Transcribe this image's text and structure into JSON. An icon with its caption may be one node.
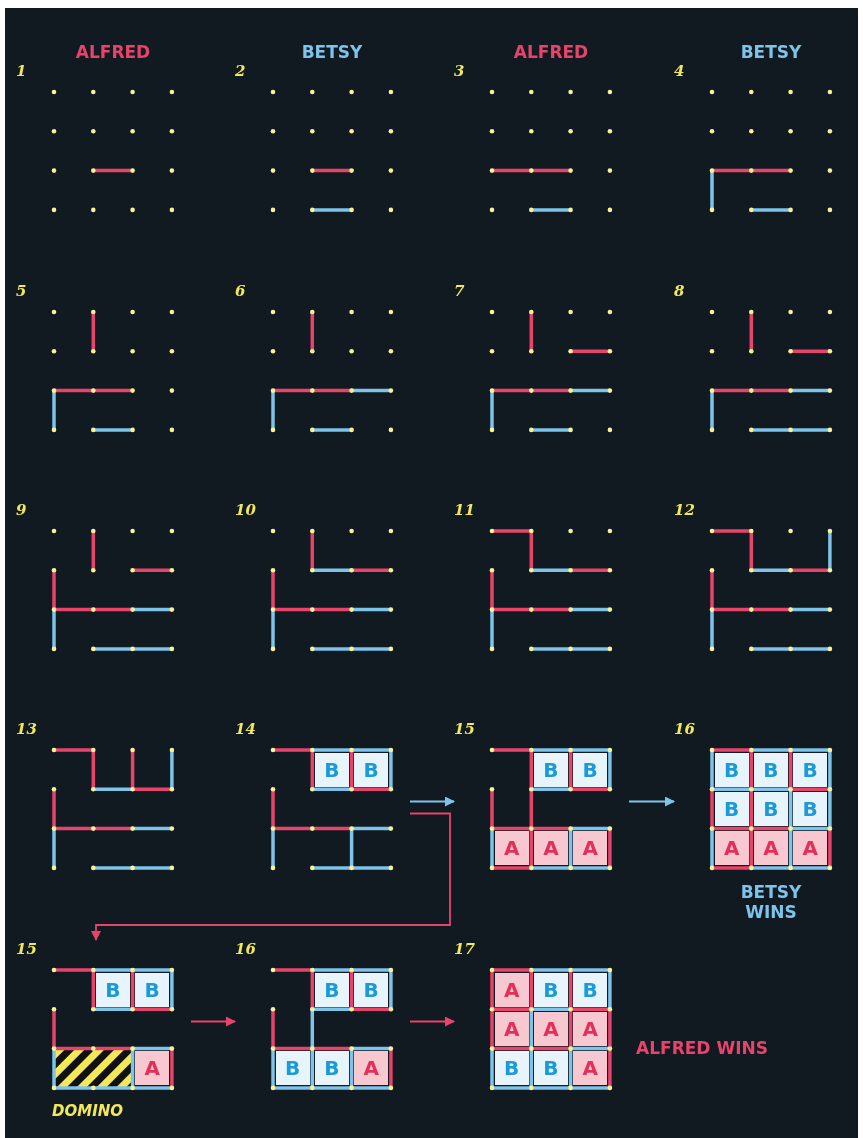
{
  "diagram": {
    "nodes": [
      {
        "text": [
          "1"
        ]
      },
      {
        "text": [
          "2"
        ]
      },
      {
        "text": [
          "3"
        ]
      },
      {
        "text": [
          "4"
        ]
      },
      {
        "text": [
          "5"
        ]
      },
      {
        "text": [
          "6"
        ]
      },
      {
        "text": [
          "7"
        ]
      },
      {
        "text": [
          "8"
        ]
      },
      {
        "text": [
          "9"
        ]
      },
      {
        "text": [
          "10"
        ]
      },
      {
        "text": [
          "11"
        ]
      },
      {
        "text": [
          "12"
        ]
      },
      {
        "text": [
          "13"
        ]
      },
      {
        "text": [
          "14"
        ]
      },
      {
        "text": [
          "B"
        ],
        "in": 13
      },
      {
        "text": [
          "B"
        ],
        "in": 13
      },
      {
        "text": [
          "15"
        ]
      },
      {
        "text": [
          "B"
        ],
        "in": 16
      },
      {
        "text": [
          "B"
        ],
        "in": 16
      },
      {
        "text": [
          "A"
        ],
        "in": 16
      },
      {
        "text": [
          "A"
        ],
        "in": 16
      },
      {
        "text": [
          "A"
        ],
        "in": 16
      },
      {
        "text": [
          "16"
        ],
        "beside": [
          "BETSY WINS"
        ]
      },
      {
        "text": [
          "B"
        ],
        "in": 22
      },
      {
        "text": [
          "B"
        ],
        "in": 22
      },
      {
        "text": [
          "B"
        ],
        "in": 22
      },
      {
        "text": [
          "B"
        ],
        "in": 22
      },
      {
        "text": [
          "B"
        ],
        "in": 22
      },
      {
        "text": [
          "B"
        ],
        "in": 22
      },
      {
        "text": [
          "A"
        ],
        "in": 22
      },
      {
        "text": [
          "A"
        ],
        "in": 22
      },
      {
        "text": [
          "A"
        ],
        "in": 22
      },
      {
        "text": [
          "15"
        ],
        "beside": [
          "DOMINO"
        ]
      },
      {
        "text": [
          "B"
        ],
        "in": 32
      },
      {
        "text": [
          "B"
        ],
        "in": 32
      },
      {
        "text": [
          "A"
        ],
        "in": 32
      },
      {
        "text": [
          "16"
        ]
      },
      {
        "text": [
          "B"
        ],
        "in": 36
      },
      {
        "text": [
          "B"
        ],
        "in": 36
      },
      {
        "text": [
          "B"
        ],
        "in": 36
      },
      {
        "text": [
          "B"
        ],
        "in": 36
      },
      {
        "text": [
          "A"
        ],
        "in": 36
      },
      {
        "text": [
          "17"
        ],
        "beside": [
          "ALFRED WINS"
        ]
      },
      {
        "text": [
          "A"
        ],
        "in": 42
      },
      {
        "text": [
          "B"
        ],
        "in": 42
      },
      {
        "text": [
          "B"
        ],
        "in": 42
      },
      {
        "text": [
          "A"
        ],
        "in": 42
      },
      {
        "text": [
          "A"
        ],
        "in": 42
      },
      {
        "text": [
          "A"
        ],
        "in": 42
      },
      {
        "text": [
          "B"
        ],
        "in": 42
      },
      {
        "text": [
          "B"
        ],
        "in": 42
      },
      {
        "text": [
          "A"
        ],
        "in": 42
      }
    ],
    "edges": [
      {
        "from": 13,
        "to": 16,
        "arrow": "to",
        "color": "#7ec3ea"
      },
      {
        "from": 16,
        "to": 22,
        "arrow": "to",
        "color": "#7ec3ea"
      },
      {
        "from": 13,
        "to": 32,
        "arrow": "to"
      },
      {
        "from": 32,
        "to": 36,
        "arrow": "to"
      },
      {
        "from": 36,
        "to": 42,
        "arrow": "to"
      }
    ],
    "labels": [
      "ALFRED",
      "BETSY",
      "ALFRED",
      "BETSY"
    ]
  }
}
